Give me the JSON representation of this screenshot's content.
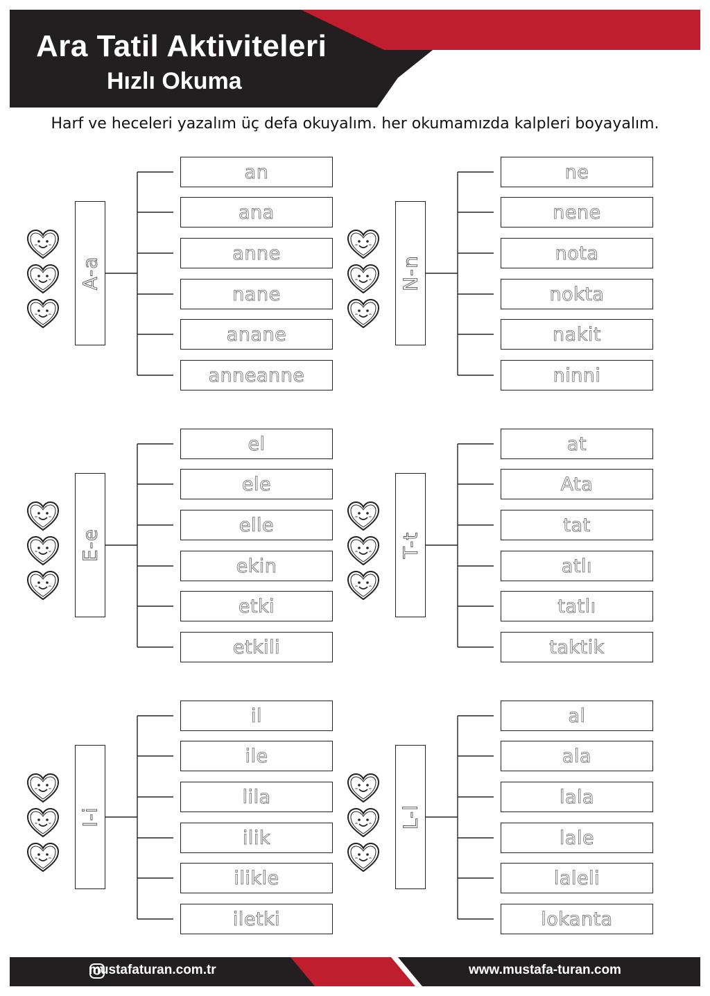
{
  "header": {
    "title": "Ara Tatil Aktiviteleri",
    "subtitle": "Hızlı Okuma",
    "colors": {
      "dark": "#231f20",
      "red": "#be1e2d"
    }
  },
  "instruction": "Harf ve heceleri yazalım üç defa okuyalım. her okumamızda kalpleri boyayalım.",
  "groups": [
    {
      "letter": "A-a",
      "words": [
        "an",
        "ana",
        "anne",
        "nane",
        "anane",
        "anneanne"
      ]
    },
    {
      "letter": "N-n",
      "words": [
        "ne",
        "nene",
        "nota",
        "nokta",
        "nakit",
        "ninni"
      ]
    },
    {
      "letter": "E-e",
      "words": [
        "el",
        "ele",
        "elle",
        "ekin",
        "etki",
        "etkili"
      ]
    },
    {
      "letter": "T-t",
      "words": [
        "at",
        "Ata",
        "tat",
        "atlı",
        "tatlı",
        "taktik"
      ]
    },
    {
      "letter": "I-i",
      "words": [
        "il",
        "ile",
        "lila",
        "ilik",
        "ilikle",
        "iletki"
      ]
    },
    {
      "letter": "L-l",
      "words": [
        "al",
        "ala",
        "lala",
        "lale",
        "laleli",
        "lokanta"
      ]
    }
  ],
  "heart_icon": "smiling-heart-icon",
  "footer": {
    "left_icon": "instagram-icon",
    "left_text": "mustafaturan.com.tr",
    "right_text": "www.mustafa-turan.com"
  }
}
